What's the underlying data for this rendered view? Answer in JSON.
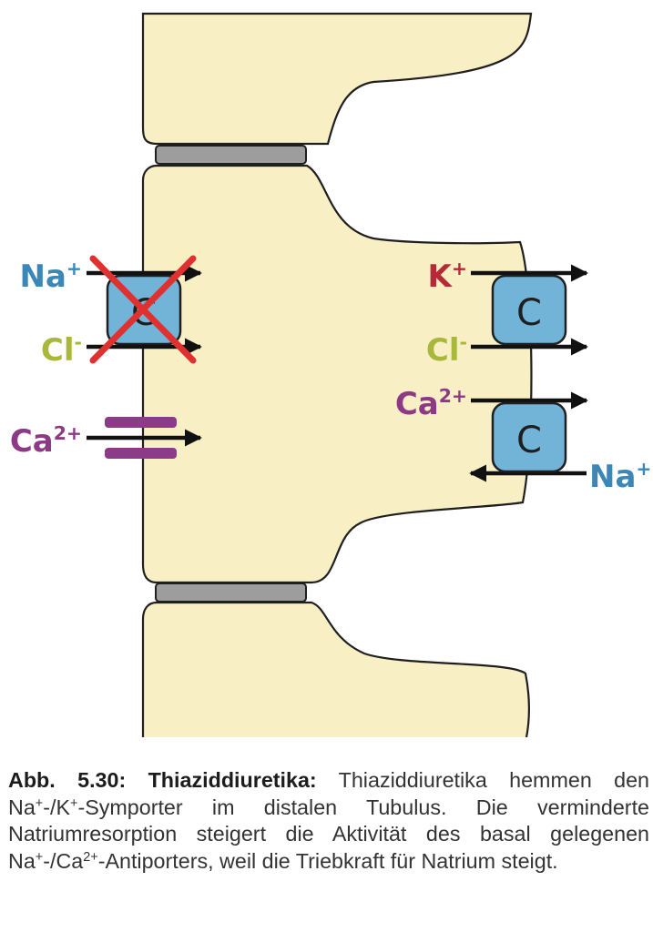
{
  "colors": {
    "cell_fill": "#f8efc5",
    "tight_junction": "#9d9d9d",
    "transporter_fill": "#72b3d8",
    "blocked_cross": "#e03131",
    "channel": "#8b3b88",
    "na_label": "#3a87b8",
    "cl_label": "#a9b73a",
    "ca_label": "#8d3a86",
    "k_label": "#b42b37"
  },
  "labels": {
    "na_left": {
      "base": "Na",
      "sup": "+"
    },
    "cl_left": {
      "base": "Cl",
      "sup": "-"
    },
    "ca_left": {
      "base": "Ca",
      "sup": "2+"
    },
    "k_right": {
      "base": "K",
      "sup": "+"
    },
    "cl_right": {
      "base": "Cl",
      "sup": "-"
    },
    "ca_right": {
      "base": "Ca",
      "sup": "2+"
    },
    "na_right": {
      "base": "Na",
      "sup": "+"
    }
  },
  "transporters": {
    "symporter_left": "C",
    "symporter_right": "C",
    "antiporter_right": "C"
  },
  "caption": {
    "title": "Abb. 5.30: Thiaziddiuretika:",
    "t1": " Thiaziddiuretika hemmen den Na",
    "s1": "+",
    "t2": "-/K",
    "s2": "+",
    "t3": "-Symporter im distalen Tubulus. Die ver­minderte Natriumresorption steigert die Aktivität des basal gelegenen Na",
    "s3": "+",
    "t4": "-/Ca",
    "s4": "2+",
    "t5": "-Antiporters, weil die Triebkraft für Natrium steigt."
  }
}
